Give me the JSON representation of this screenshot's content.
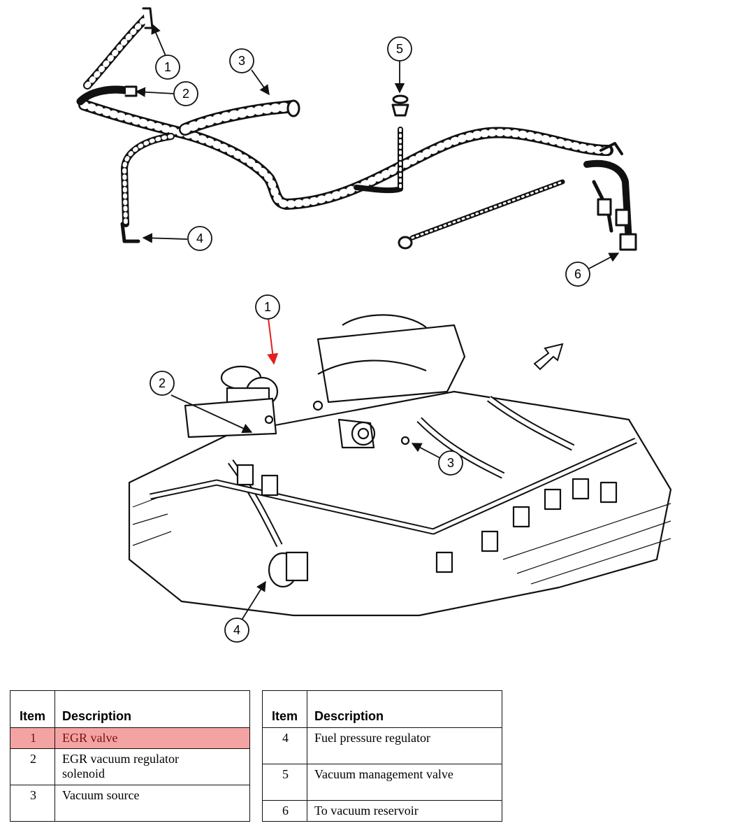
{
  "callouts": {
    "top": [
      "1",
      "2",
      "3",
      "4",
      "5",
      "6"
    ],
    "bottom": [
      "1",
      "2",
      "3",
      "4"
    ]
  },
  "legend": {
    "item_header": "Item",
    "description_header": "Description",
    "left_rows": [
      {
        "item": "1",
        "description": "EGR valve",
        "highlighted": true
      },
      {
        "item": "2",
        "description": "EGR vacuum regulator solenoid",
        "highlighted": false
      },
      {
        "item": "3",
        "description": "Vacuum source",
        "highlighted": false
      }
    ],
    "right_rows": [
      {
        "item": "4",
        "description": "Fuel pressure regulator",
        "highlighted": false
      },
      {
        "item": "5",
        "description": "Vacuum management valve",
        "highlighted": false
      },
      {
        "item": "6",
        "description": "To vacuum reservoir",
        "highlighted": false
      }
    ]
  },
  "colors": {
    "highlight_row": "#f4a3a3",
    "highlight_arrow": "#e02020",
    "line": "#111111"
  }
}
